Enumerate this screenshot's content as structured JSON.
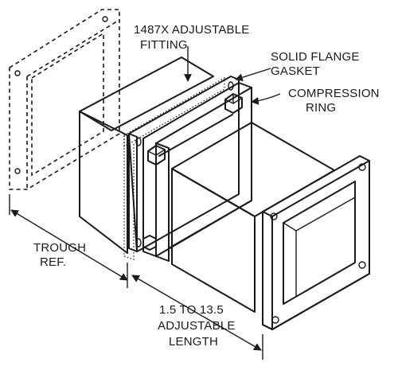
{
  "labels": {
    "fitting_line1": "1487X ADJUSTABLE",
    "fitting_line2": "FITTING",
    "gasket_line1": "SOLID FLANGE",
    "gasket_line2": "GASKET",
    "ring_line1": "COMPRESSION",
    "ring_line2": "RING",
    "trough_line1": "TROUGH",
    "trough_line2": "REF.",
    "length_line1": "1.5 TO 13.5",
    "length_line2": "ADJUSTABLE",
    "length_line3": "LENGTH"
  },
  "colors": {
    "ink": "#1a1a1a",
    "face": "#ffffff",
    "shade": "#e9e9e9"
  }
}
